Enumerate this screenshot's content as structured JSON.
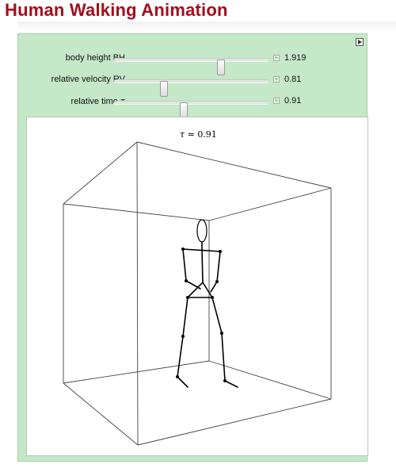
{
  "page": {
    "title": "Human Walking Animation"
  },
  "controls": [
    {
      "label": "body height BH",
      "value": "1.919",
      "fraction": 0.69
    },
    {
      "label": "relative velocity RV",
      "value": "0.81",
      "fraction": 0.3
    },
    {
      "label_prefix": "relative time ",
      "label_symbol": "τ",
      "value": "0.91",
      "fraction": 0.46
    }
  ],
  "plot": {
    "time_symbol": "τ",
    "time_value": "0.91",
    "label": "τ = 0.91"
  },
  "icons": {
    "play": "play-icon",
    "plus": "plus-icon"
  },
  "colors": {
    "title": "#a30d1c",
    "panel": "#c5e8c8"
  }
}
